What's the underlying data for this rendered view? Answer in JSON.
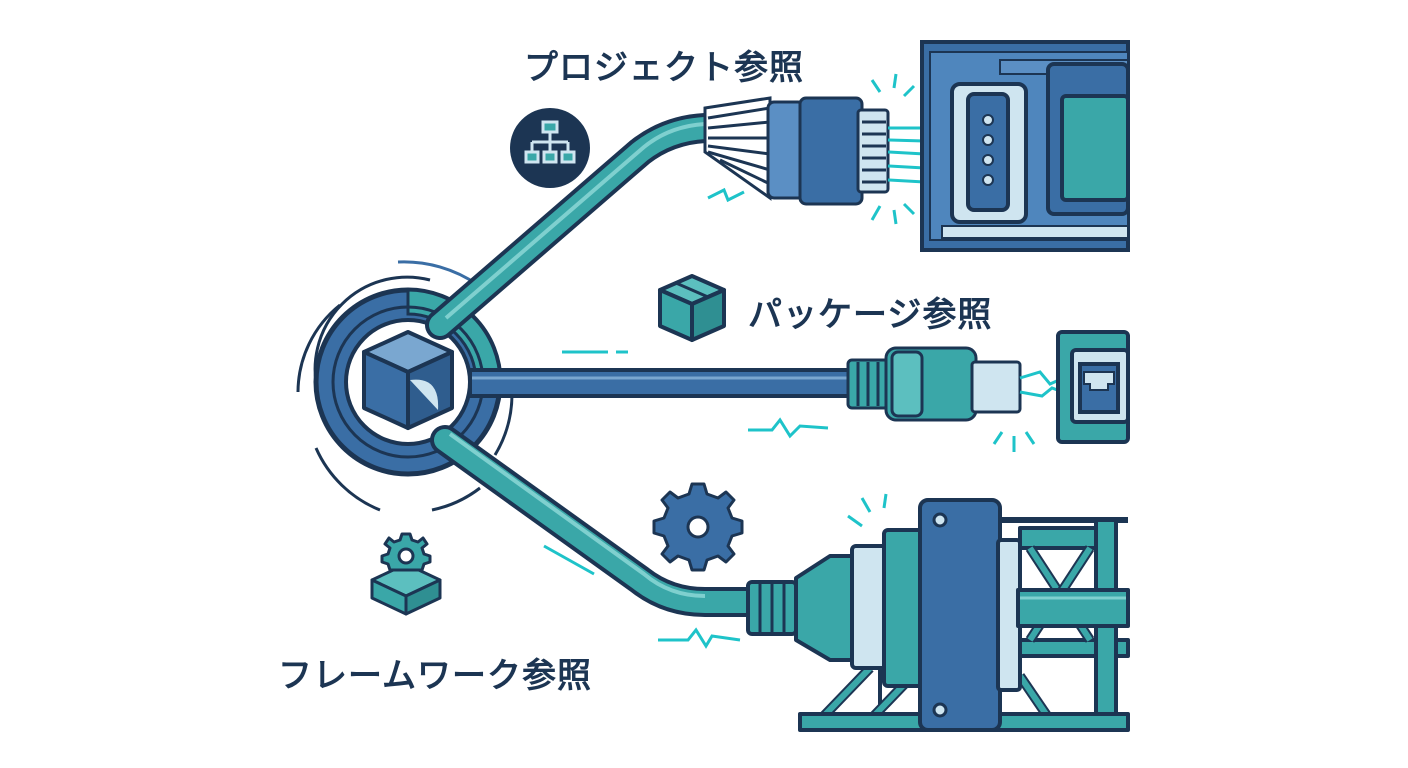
{
  "labels": {
    "project": "プロジェクト参照",
    "package": "パッケージ参照",
    "framework": "フレームワーク参照"
  },
  "icons": {
    "hub": "cube-icon",
    "project": "hierarchy-icon",
    "package": "box-icon",
    "framework": "gear-icon"
  },
  "colors": {
    "navy": "#1c3553",
    "blue": "#3a6ea5",
    "teal": "#3aa7a8",
    "light": "#cfe5f0",
    "cyan": "#1ec3c9"
  }
}
